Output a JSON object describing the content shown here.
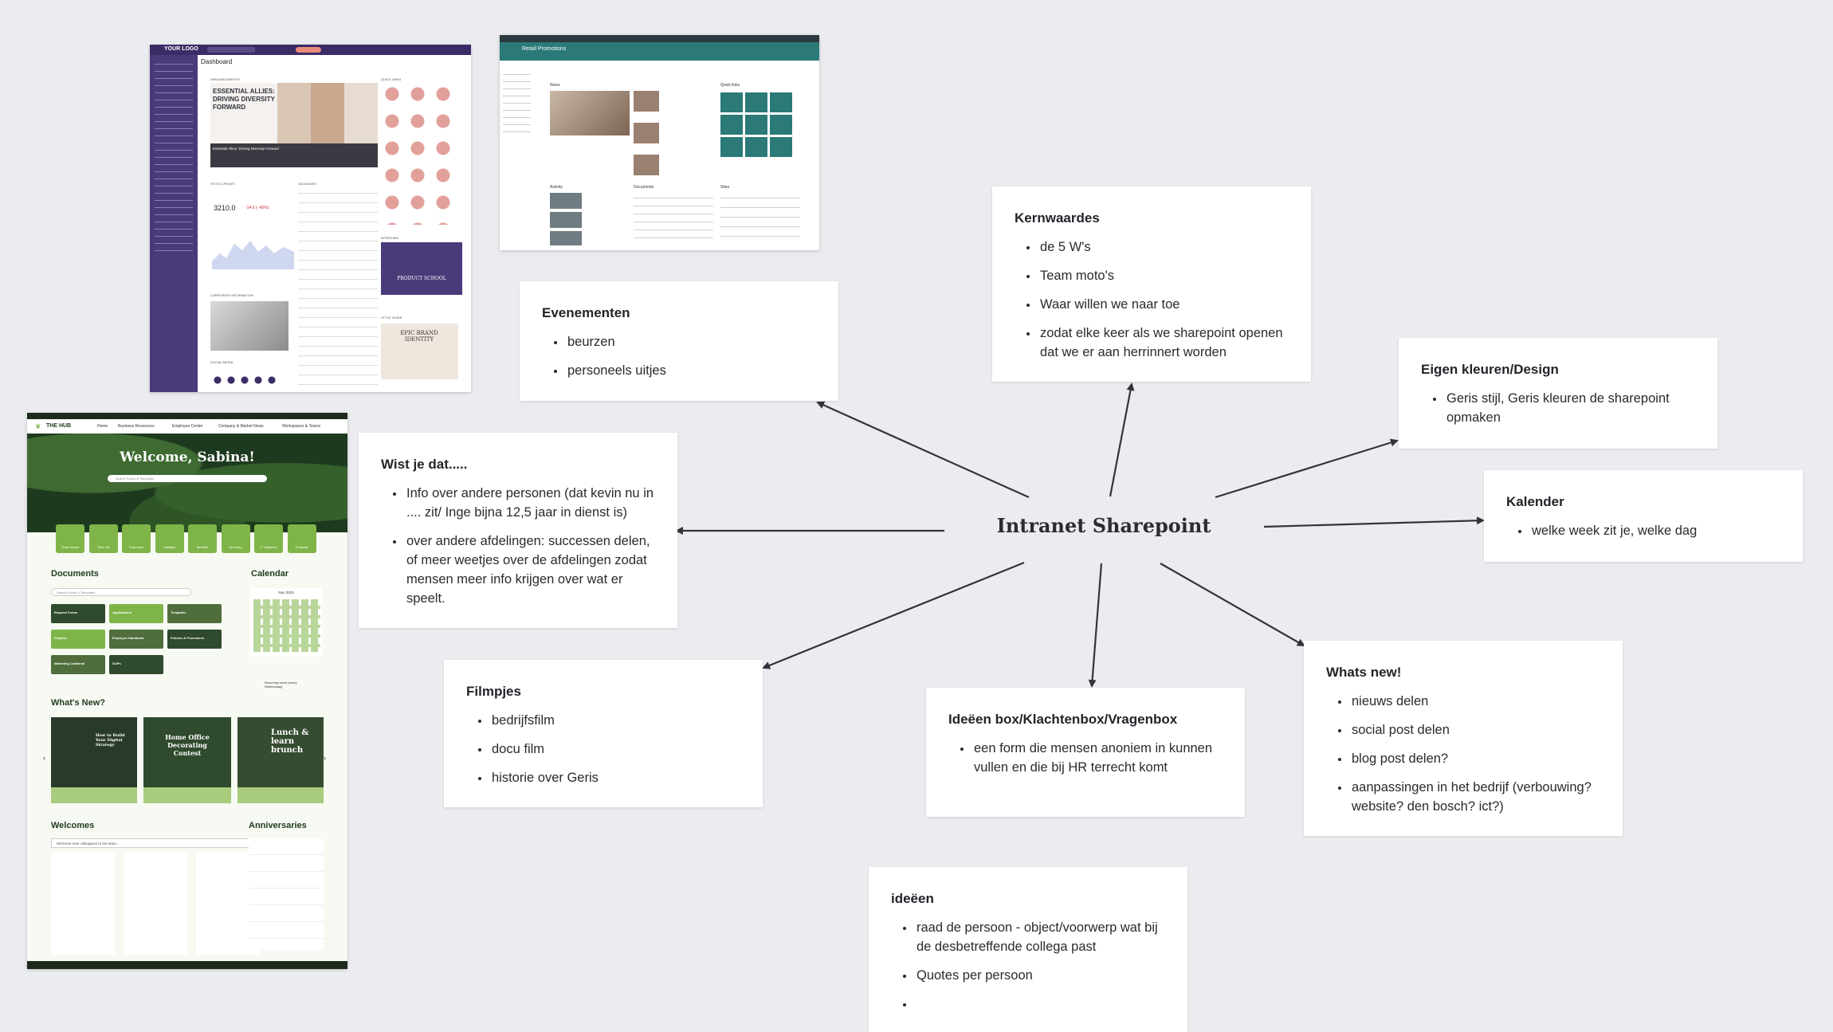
{
  "center": {
    "title": "Intranet Sharepoint"
  },
  "cards": {
    "kernwaarden": {
      "title": "Kernwaardes",
      "items": [
        "de 5 W's",
        "Team moto's",
        "Waar willen we naar toe",
        "zodat elke keer als we sharepoint openen dat we er aan herrinnert worden"
      ]
    },
    "evenementen": {
      "title": "Evenementen",
      "items": [
        "beurzen",
        "personeels uitjes"
      ]
    },
    "eigen": {
      "title": "Eigen kleuren/Design",
      "items": [
        "Geris stijl, Geris kleuren de sharepoint opmaken"
      ]
    },
    "kalender": {
      "title": "Kalender",
      "items": [
        "welke week zit je, welke dag"
      ]
    },
    "wist": {
      "title": "Wist je dat.....",
      "items": [
        "Info over andere personen (dat kevin nu in .... zit/ Inge bijna 12,5 jaar in dienst is)",
        "over andere afdelingen: successen delen, of meer weetjes over de afdelingen zodat mensen meer info krijgen over wat er speelt."
      ]
    },
    "filmpjes": {
      "title": "Filmpjes",
      "items": [
        "bedrijfsfilm",
        "docu film",
        "historie over Geris"
      ]
    },
    "ideeenbox": {
      "title": "Ideëen box/Klachtenbox/Vragenbox",
      "items": [
        "een form die mensen anoniem in kunnen vullen en die bij HR terrecht komt"
      ]
    },
    "whatsnew": {
      "title": "Whats new!",
      "items": [
        "nieuws delen",
        "social post delen",
        "blog post delen?",
        "aanpassingen in het bedrijf (verbouwing? website? den bosch? ict?)"
      ]
    },
    "ideeen": {
      "title": "ideëen",
      "items": [
        "raad de persoon - object/voorwerp wat bij de desbetreffende collega past",
        "Quotes per persoon",
        ""
      ]
    }
  },
  "screenshots": {
    "dashboard": {
      "logo": "YOUR LOGO",
      "title": "Dashboard",
      "announcements": "ANNOUNCEMENTS",
      "hero_line1": "ESSENTIAL ALLIES:",
      "hero_line2": "DRIVING DIVERSITY",
      "hero_line3": "FORWARD",
      "hero_caption": "Essential Allies: Driving Diversity Forward",
      "quick_links": "QUICK LINKS",
      "stock_update": "STOCK UPDATE",
      "stock_value": "3210.0",
      "stock_change": "-14.0 (-.43%)",
      "vacancies": "VACANCIES",
      "corporate": "CORPORATE INFORMATION",
      "social": "SOCIAL MEDIA",
      "interview": "INTERVIEW",
      "product_school": "PRODUCT SCHOOL",
      "style_guide": "STYLE GUIDE",
      "brand_identity": "EPIC BRAND IDENTITY"
    },
    "retail": {
      "title": "Retail Promotions",
      "news": "News",
      "quick_links": "Quick links",
      "activity": "Activity",
      "documents": "Documents",
      "sites": "Sites"
    },
    "hub": {
      "logo": "THE HUB",
      "nav": [
        "Home",
        "Business Resources",
        "Employee Center",
        "Company & Market News",
        "Workspaces & Teams"
      ],
      "welcome": "Welcome, Sabina!",
      "search_placeholder": "Search Forms & Templates",
      "quick_icons": [
        "Order Books",
        "Time Off",
        "Expenses",
        "Holidays",
        "Benefits",
        "Directory",
        "IT Helpdesk",
        "Products"
      ],
      "documents_title": "Documents",
      "documents_search": "Search Forms & Templates",
      "doc_tiles": [
        "Request Forms",
        "Applications",
        "Templates",
        "Projects",
        "Employee Handbook",
        "Policies & Procedures",
        "Marketing Collateral",
        "SOPs"
      ],
      "calendar_title": "Calendar",
      "calendar_month": "Nov 2023",
      "event_title": "Recurring event (every Wednesday)",
      "whats_new_title": "What's New?",
      "news": [
        "How to Build Your Digital Strategy",
        "Home Office Decorating Contest",
        "Lunch & learn brunch"
      ],
      "welcomes_title": "Welcomes",
      "welcomes_input": "Welcome new colleagues to the team...",
      "anniversaries_title": "Anniversaries"
    }
  },
  "colors": {
    "dashboard_sidebar": "#4a3a7a",
    "retail_header": "#2b7a78",
    "hub_green": "#7fb548",
    "hub_dark": "#1e3a1e",
    "arrow": "#33333b"
  },
  "icons": {
    "bullet": "disc",
    "arrow": "arrow-head"
  }
}
